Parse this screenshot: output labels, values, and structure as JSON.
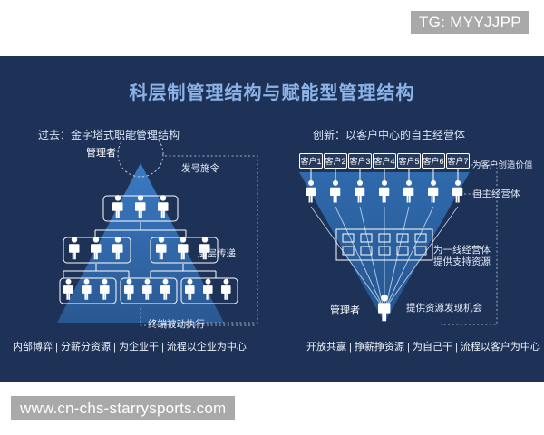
{
  "watermarks": {
    "top": "TG: MYYJJPP",
    "bottom": "www.cn-chs-starrysports.com"
  },
  "slide": {
    "title": "科层制管理结构与赋能型管理结构",
    "background_color": "#1e3258",
    "title_color": "#8cb3e8"
  },
  "left_panel": {
    "heading": "过去：金字塔式职能管理结构",
    "manager_label": "管理者",
    "annotations": {
      "command": "发号施令",
      "cascade": "层层传递",
      "execution": "终端被动执行"
    },
    "footer": "内部博弈 | 分薪分资源 | 为企业干 | 流程以企业为中心",
    "pyramid": {
      "shape": "triangle",
      "tiers": [
        {
          "groups": 1,
          "figures_per_group": 3
        },
        {
          "groups": 2,
          "figures_per_group": 3
        },
        {
          "groups": 3,
          "figures_per_group": 3
        }
      ],
      "fill_color": "#2c5d9b"
    }
  },
  "right_panel": {
    "heading": "创新：以客户中心的自主经营体",
    "manager_label": "管理者",
    "customers": [
      "客户1",
      "客户2",
      "客户3",
      "客户4",
      "客户5",
      "客户6",
      "客户7"
    ],
    "annotations": {
      "value": "为客户创造价值",
      "unit": "自主经营体",
      "support_line1": "为一线经营体",
      "support_line2": "提供支持资源",
      "opportunity": "提供资源发现机会"
    },
    "footer": "开放共赢 | 挣薪挣资源 | 为自己干 | 流程以客户为中心",
    "inverted_pyramid": {
      "shape": "inverted-triangle",
      "front_line_figures": 7,
      "support_grid": {
        "rows": 2,
        "cols": 5
      },
      "fill_color": "#2c5d9b"
    }
  }
}
